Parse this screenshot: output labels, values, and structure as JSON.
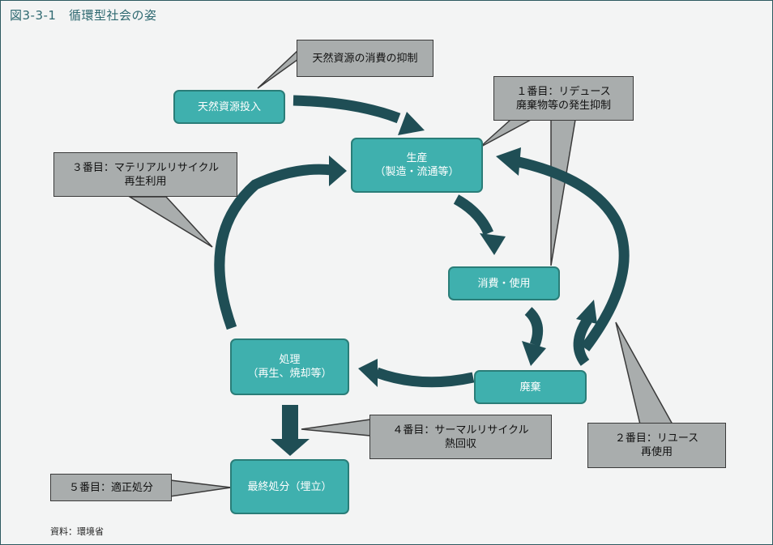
{
  "title": "図3-3-1　循環型社会の姿",
  "source": "資料：環境省",
  "colors": {
    "node_fill": "#3fb0ae",
    "node_border": "#2a7d78",
    "arrow": "#1f4e55",
    "callout_fill": "#a9adad",
    "callout_border": "#3a3a3a"
  },
  "nodes": {
    "natural_resource_input": "天然資源投入",
    "production_line1": "生産",
    "production_line2": "（製造・流通等）",
    "consumption": "消費・使用",
    "disposal": "廃棄",
    "treatment_line1": "処理",
    "treatment_line2": "（再生、焼却等）",
    "final_disposal": "最終処分（埋立）"
  },
  "callouts": {
    "resource_restraint": "天然資源の消費の抑制",
    "first_line1": "１番目：リデュース",
    "first_line2": "廃棄物等の発生抑制",
    "second_line1": "２番目：リユース",
    "second_line2": "再使用",
    "third_line1": "３番目：マテリアルリサイクル",
    "third_line2": "再生利用",
    "fourth_line1": "４番目：サーマルリサイクル",
    "fourth_line2": "熱回収",
    "fifth": "５番目：適正処分"
  }
}
